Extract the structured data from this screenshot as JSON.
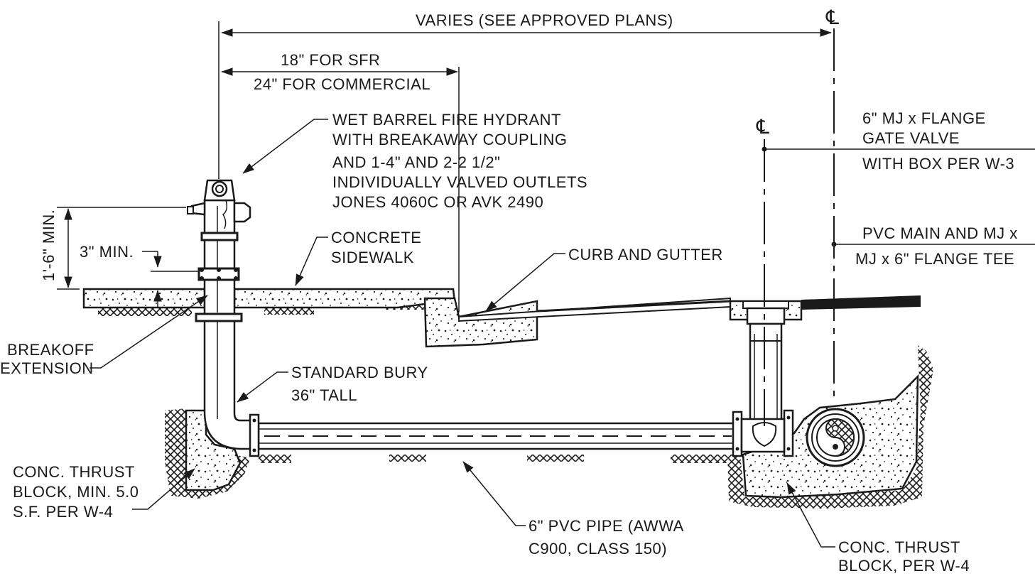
{
  "dimensions": {
    "overall": "VARIES (SEE APPROVED PLANS)",
    "offset_sfr": "18\" FOR SFR",
    "offset_commercial": "24\" FOR COMMERCIAL",
    "height_min": "1'-6\" MIN.",
    "breakoff_min": "3\" MIN."
  },
  "symbols": {
    "centerline": "℄"
  },
  "callouts": {
    "hydrant": [
      "WET BARREL FIRE HYDRANT",
      "WITH BREAKAWAY COUPLING",
      "AND 1-4\" AND 2-2 1/2\"",
      "INDIVIDUALLY VALVED OUTLETS",
      "JONES 4060C OR AVK 2490"
    ],
    "sidewalk": [
      "CONCRETE",
      "SIDEWALK"
    ],
    "curb": "CURB AND GUTTER",
    "gate_valve": [
      "6\" MJ x FLANGE",
      "GATE VALVE",
      "WITH BOX PER W-3"
    ],
    "tee": [
      "PVC MAIN AND MJ x",
      "MJ x 6\" FLANGE TEE"
    ],
    "breakoff": [
      "BREAKOFF",
      "EXTENSION"
    ],
    "bury": [
      "STANDARD BURY",
      "36\" TALL"
    ],
    "thrust_left": [
      "CONC. THRUST",
      "BLOCK, MIN. 5.0",
      "S.F. PER W-4"
    ],
    "pipe": [
      "6\" PVC PIPE (AWWA",
      "C900, CLASS 150)"
    ],
    "thrust_right": [
      "CONC. THRUST",
      "BLOCK, PER W-4"
    ]
  }
}
